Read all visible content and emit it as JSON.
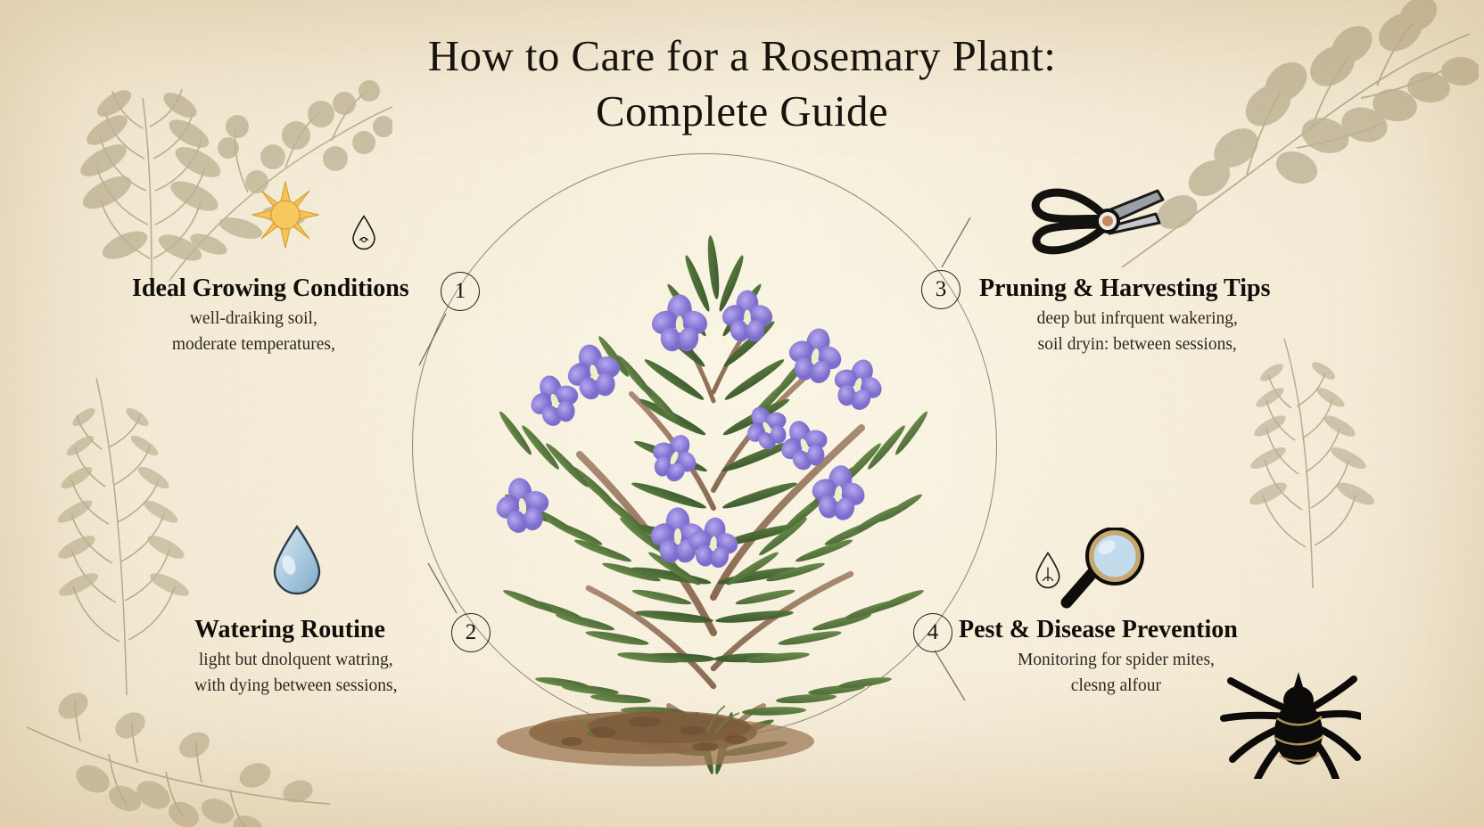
{
  "poster": {
    "title_line1": "How to Care for a Rosemary Plant:",
    "title_line2": "Complete Guide",
    "background_color": "#f7f0dd",
    "ink_color": "#16140f",
    "accent_sun": "#f5c654",
    "accent_water": "#b8d4e6",
    "accent_leaf": "#4a6b35",
    "accent_flower": "#8a7bd8",
    "decor_color": "#9b9272"
  },
  "center": {
    "subject": "rosemary-plant-illustration",
    "ring_label": ""
  },
  "sections": [
    {
      "number": "1",
      "heading": "Ideal Growing Conditions",
      "line1": "well-draiking soil,",
      "line2": "moderate temperatures,",
      "icons": [
        "sun-icon",
        "water-drop-icon"
      ]
    },
    {
      "number": "2",
      "heading": "Watering Routine",
      "line1": "light but dnolquent watring,",
      "line2": "with dying between sessions,",
      "icons": [
        "water-drop-icon"
      ]
    },
    {
      "number": "3",
      "heading": "Pruning & Harvesting Tips",
      "line1": "deep but infrquent wakering,",
      "line2": "soil dryin: between sessions,",
      "icons": [
        "pruning-shears-icon"
      ]
    },
    {
      "number": "4",
      "heading": "Pest & Disease Prevention",
      "line1": "Monitoring for spider mites,",
      "line2": "clesng alfour",
      "icons": [
        "magnifying-glass-icon",
        "water-drop-icon",
        "spider-icon"
      ]
    }
  ]
}
